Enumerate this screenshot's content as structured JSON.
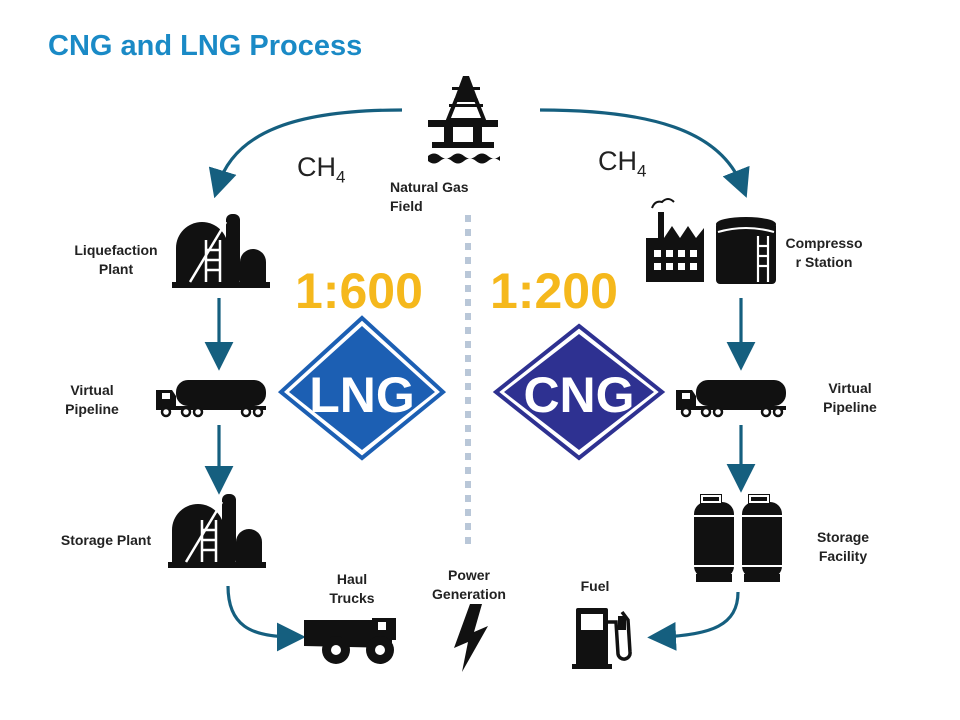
{
  "title": "CNG and LNG Process",
  "source": {
    "label": "Natural Gas\nField"
  },
  "lng_branch": {
    "formula": "CH",
    "formula_sub": "4",
    "ratio": "1:600",
    "badge": "LNG",
    "badge_color": "#1c5fb3",
    "steps": [
      "Liquefaction\nPlant",
      "Virtual\nPipeline",
      "Storage Plant"
    ],
    "end_use": "Haul\nTrucks"
  },
  "cng_branch": {
    "formula": "CH",
    "formula_sub": "4",
    "ratio": "1:200",
    "badge": "CNG",
    "badge_color": "#2e3191",
    "steps": [
      "Compresso\nr Station",
      "Virtual\nPipeline",
      "Storage\nFacility"
    ],
    "end_use": "Fuel"
  },
  "center_use": "Power\nGeneration",
  "colors": {
    "title": "#1a8ac6",
    "arrow": "#155f7f",
    "ratio": "#f5b81c",
    "divider": "#b9c7d8"
  }
}
